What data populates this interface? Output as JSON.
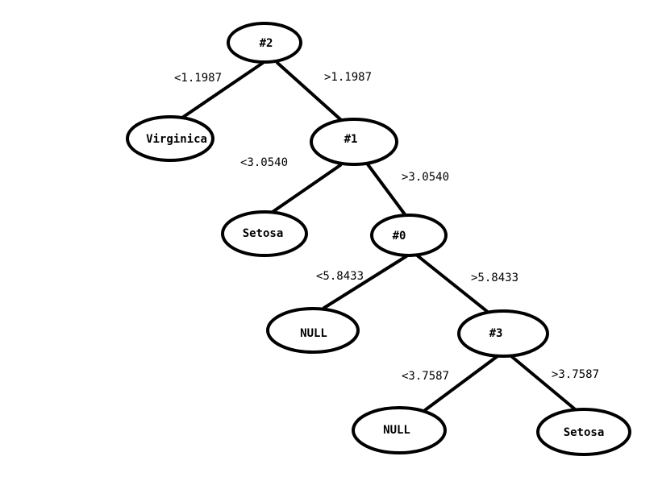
{
  "tree": {
    "nodes": [
      {
        "id": "root",
        "label": "#2"
      },
      {
        "id": "virg",
        "label": "Virginica"
      },
      {
        "id": "n1",
        "label": "#1"
      },
      {
        "id": "setosa1",
        "label": "Setosa"
      },
      {
        "id": "n0",
        "label": "#0"
      },
      {
        "id": "null1",
        "label": "NULL"
      },
      {
        "id": "n3",
        "label": "#3"
      },
      {
        "id": "null2",
        "label": "NULL"
      },
      {
        "id": "setosa2",
        "label": "Setosa"
      }
    ],
    "edges": [
      {
        "from": "root",
        "to": "virg",
        "label": "<1.1987"
      },
      {
        "from": "root",
        "to": "n1",
        "label": ">1.1987"
      },
      {
        "from": "n1",
        "to": "setosa1",
        "label": "<3.0540"
      },
      {
        "from": "n1",
        "to": "n0",
        "label": ">3.0540"
      },
      {
        "from": "n0",
        "to": "null1",
        "label": "<5.8433"
      },
      {
        "from": "n0",
        "to": "n3",
        "label": ">5.8433"
      },
      {
        "from": "n3",
        "to": "null2",
        "label": "<3.7587"
      },
      {
        "from": "n3",
        "to": "setosa2",
        "label": ">3.7587"
      }
    ]
  }
}
